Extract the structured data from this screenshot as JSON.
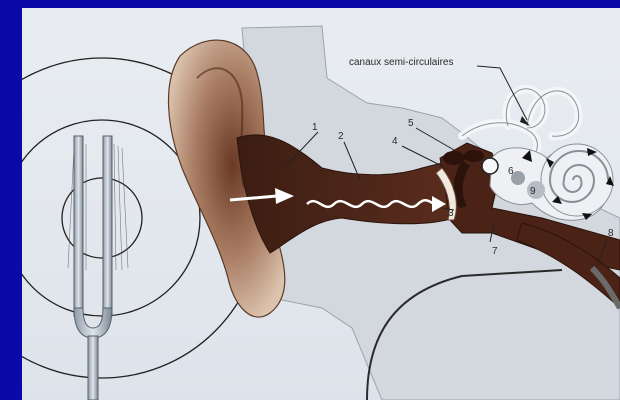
{
  "labels": {
    "canal_title": "canaux semi-circulaires",
    "n1": "1",
    "n2": "2",
    "n3": "3",
    "n4": "4",
    "n5": "5",
    "n6": "6",
    "n7": "7",
    "n8": "8",
    "n9": "9"
  },
  "colors": {
    "background": "#0a0aa8",
    "paper": "#e6eaf0",
    "canal": "#5a2a1c",
    "ear": "#c9a88e"
  }
}
